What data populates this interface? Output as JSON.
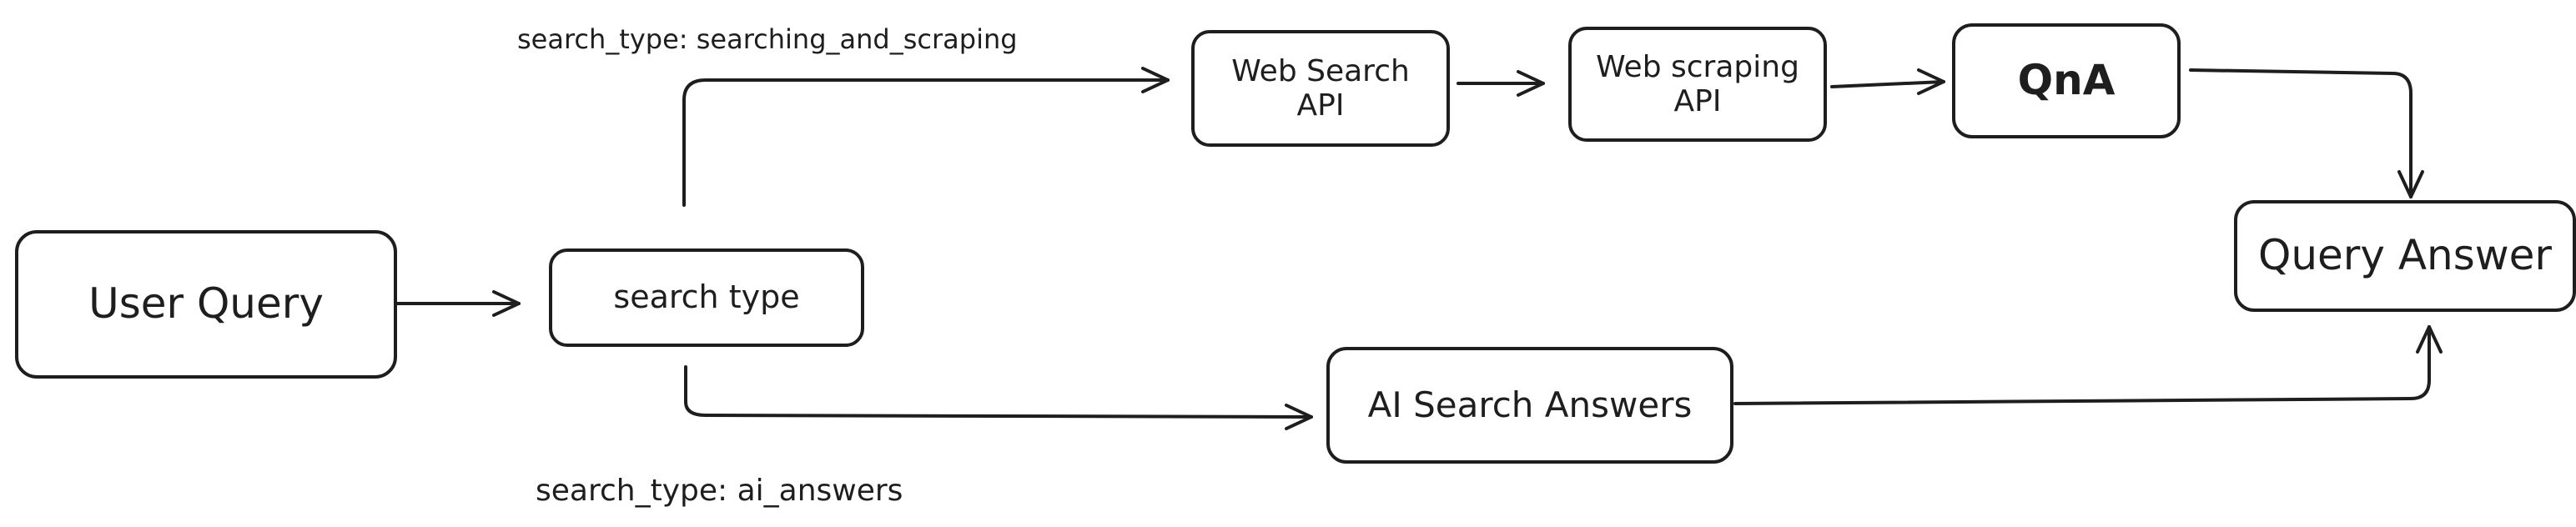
{
  "nodes": {
    "user_query": "User Query",
    "search_type": "search type",
    "web_search_api": "Web Search API",
    "web_scraping_api": "Web scraping API",
    "qna": "QnA",
    "ai_search_answers": "AI Search Answers",
    "query_answer": "Query Answer"
  },
  "edges": {
    "scraping_label": "search_type: searching_and_scraping",
    "ai_label": "search_type: ai_answers"
  },
  "colors": {
    "stroke": "#1e1e1e",
    "background": "#ffffff"
  }
}
